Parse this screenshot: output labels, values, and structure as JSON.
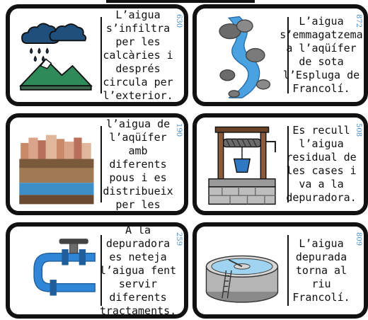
{
  "cards": [
    {
      "code": "630",
      "text": "L’aigua s’infiltra per les calcàries i després circula per l’exterior.",
      "icon": "rain-mountains-icon"
    },
    {
      "code": "872",
      "text": "L’aigua s’emmagatzema a l’aqüífer de sota l’Espluga de Francolí.",
      "icon": "river-rocks-icon"
    },
    {
      "code": "190",
      "text": "Es capta l’aigua de l’aqüífer amb diferents pous i es distribueix per les cases.",
      "icon": "village-aquifer-icon"
    },
    {
      "code": "508",
      "text": "Es recull l’aigua residual de les cases i va a la depuradora.",
      "icon": "water-well-icon"
    },
    {
      "code": "259",
      "text": "A la depuradora es neteja l’aigua fent servir diferents tractaments.",
      "icon": "pipe-valve-icon"
    },
    {
      "code": "809",
      "text": "L’aigua depurada torna al riu Francolí.",
      "icon": "treatment-tank-icon"
    }
  ],
  "colors": {
    "accent": "#4a8fc7",
    "border": "#111111"
  }
}
